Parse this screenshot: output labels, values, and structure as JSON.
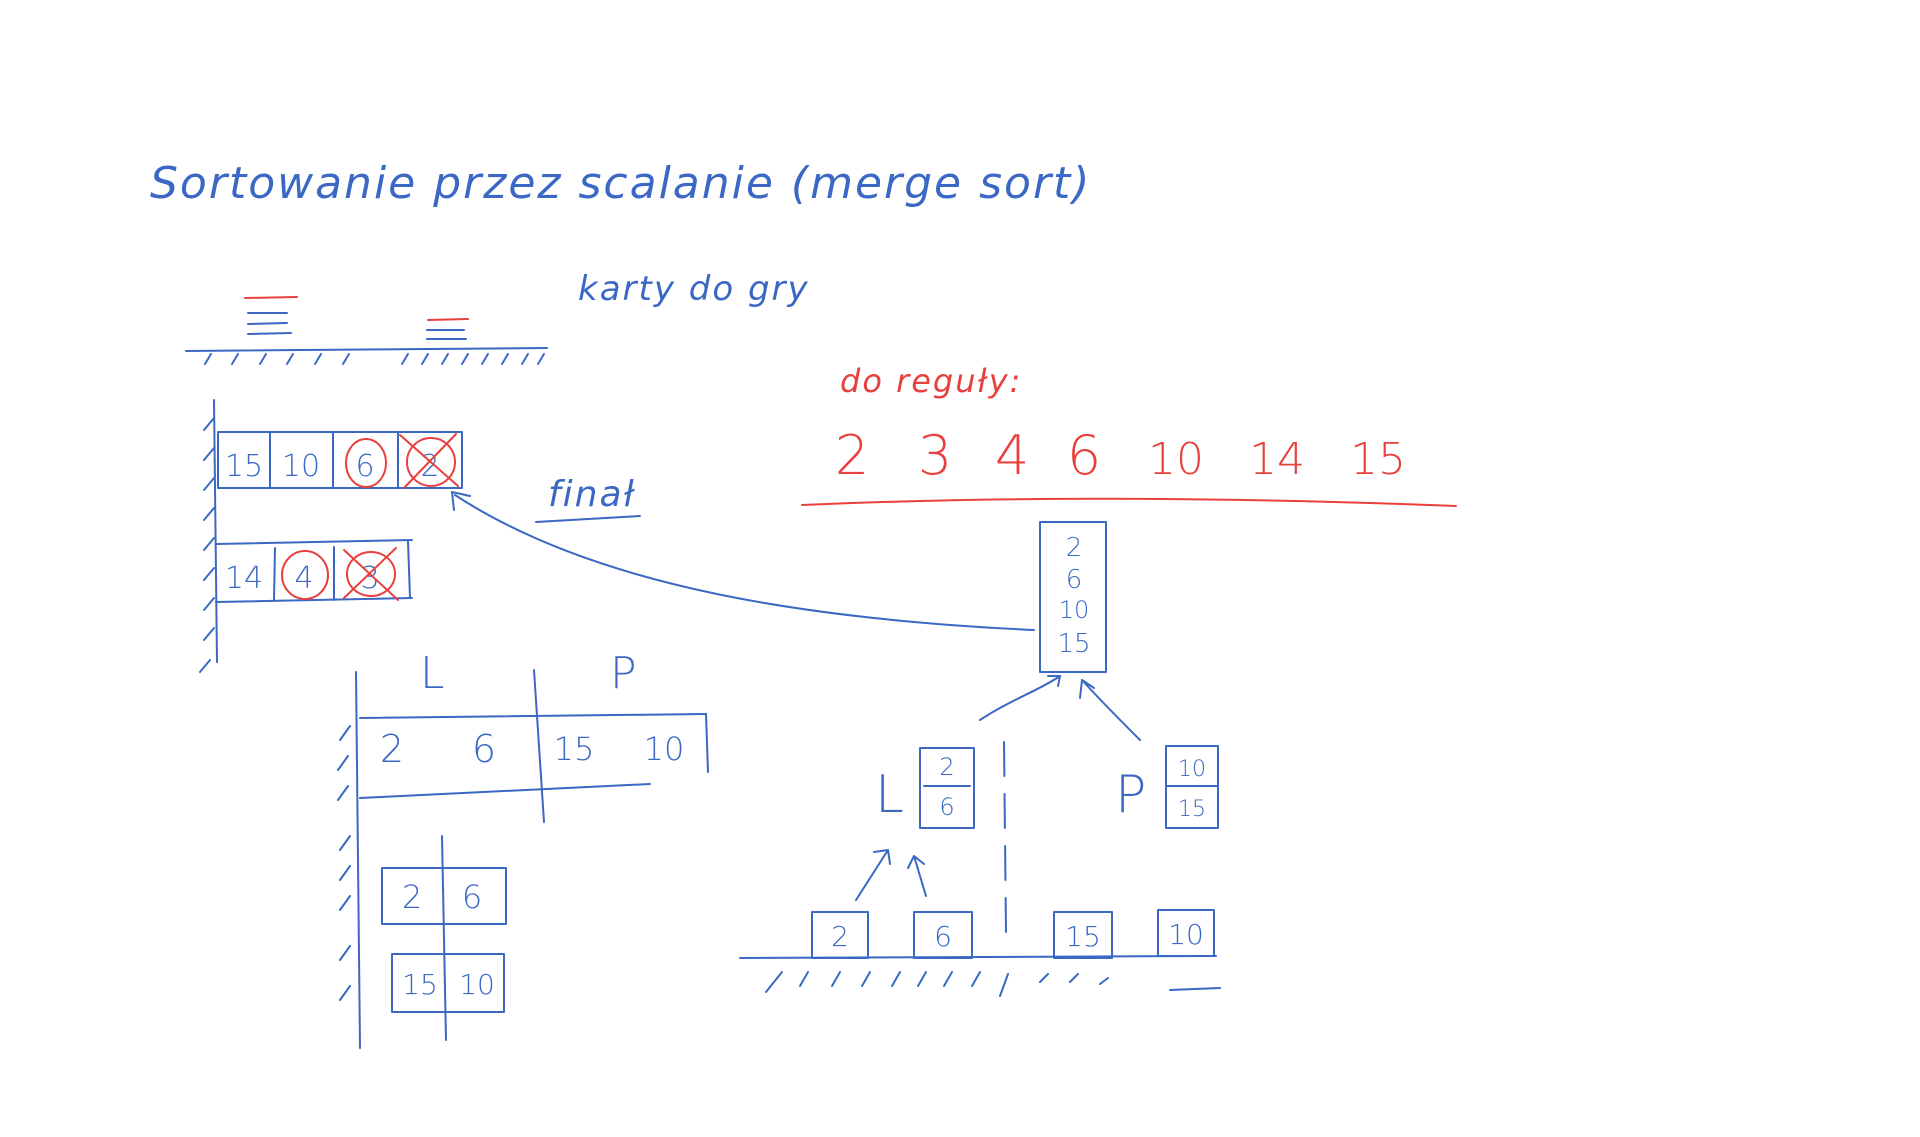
{
  "title": "Sortowanie przez scalanie (merge sort)",
  "cards_label": "karty do gry",
  "final_label": "finał",
  "sorted_label": "do reguły:",
  "sorted_sequence": [
    "2",
    "3",
    "4",
    "6",
    "10",
    "14",
    "15"
  ],
  "hand_row_1": [
    "15",
    "10",
    "6",
    "2"
  ],
  "hand_row_2": [
    "14",
    "4",
    "3"
  ],
  "split_headers": {
    "left": "L",
    "right": "P"
  },
  "split_row": [
    "2",
    "6",
    "15",
    "10"
  ],
  "small_pairs": [
    [
      "2",
      "6"
    ],
    [
      "15",
      "10"
    ]
  ],
  "merged_column": [
    "2",
    "6",
    "10",
    "15"
  ],
  "tree_left": {
    "label": "L",
    "values": [
      "2",
      "6"
    ]
  },
  "tree_right": {
    "label": "P",
    "values": [
      "10",
      "15"
    ]
  },
  "bottom_cells": [
    "2",
    "6",
    "15",
    "10"
  ],
  "colors": {
    "blue_ink": "#3a68c4",
    "red_ink": "#e8403c",
    "background": "#ffffff"
  }
}
